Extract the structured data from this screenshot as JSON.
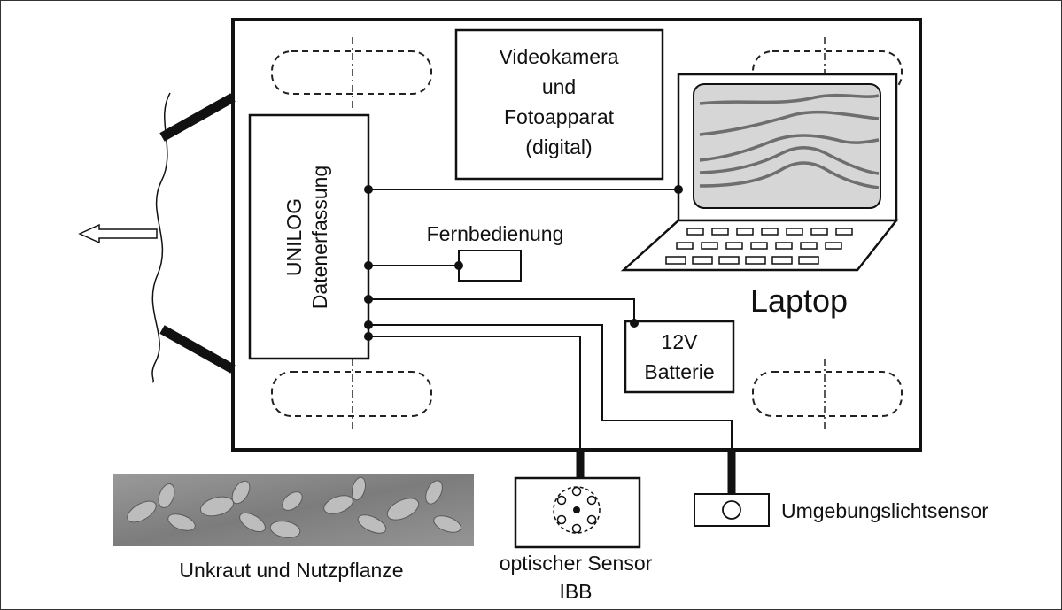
{
  "labels": {
    "camera_line1": "Videokamera",
    "camera_line2": "und",
    "camera_line3": "Fotoapparat",
    "camera_line4": "(digital)",
    "datalogger_line1": "UNILOG",
    "datalogger_line2": "Datenerfassung",
    "remote": "Fernbedienung",
    "laptop": "Laptop",
    "battery_line1": "12V",
    "battery_line2": "Batterie",
    "ambient_sensor": "Umgebungslichtsensor",
    "plants": "Unkraut und Nutzpflanze",
    "optical_sensor_line1": "optischer Sensor",
    "optical_sensor_line2": "IBB"
  },
  "colors": {
    "ink": "#111111",
    "screen": "#d6d6d6",
    "trace": "#6e6e6e",
    "plant_bg": "#8c8c8c"
  }
}
